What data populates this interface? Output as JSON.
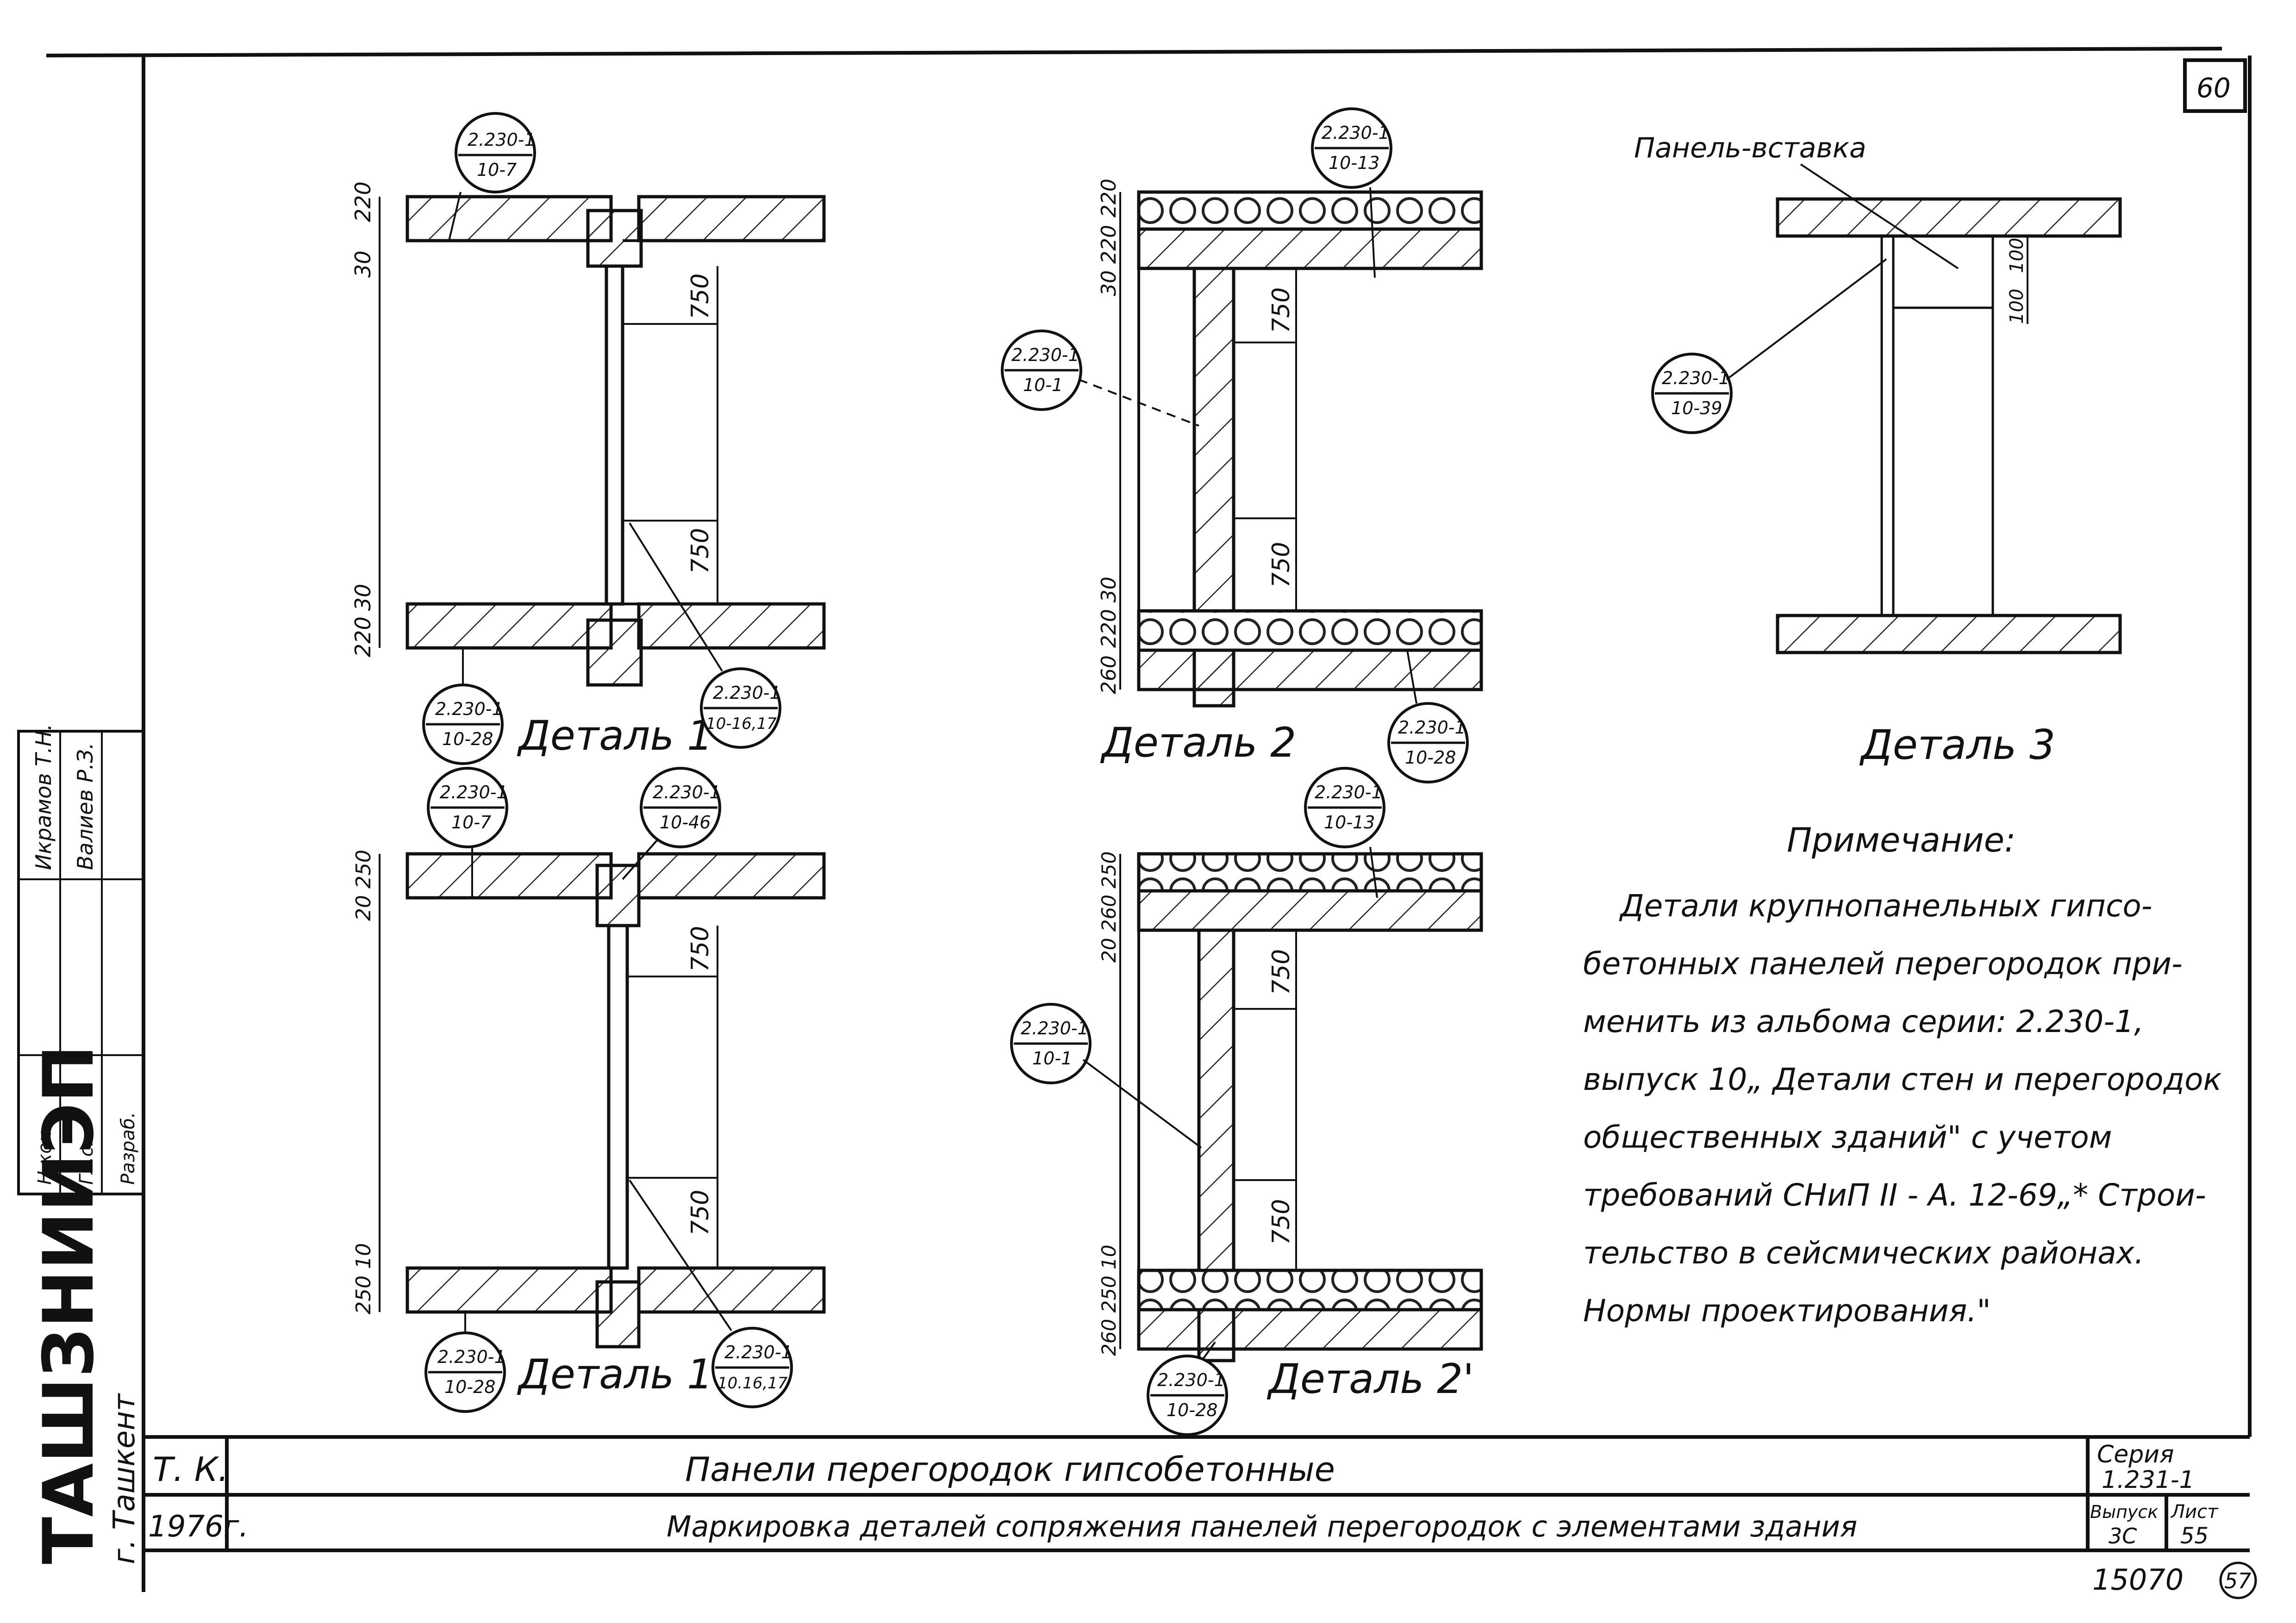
{
  "sheet_number_corner": "60",
  "page_number_circled": "57",
  "inventory_number": "15070",
  "details": {
    "d1": {
      "label": "Деталь 1",
      "dim_top_a": "220",
      "dim_top_b": "30",
      "dim_bot_a": "30",
      "dim_bot_b": "220",
      "dim_750_a": "750",
      "dim_750_b": "750",
      "ref_top": [
        "2.230-1",
        "10-7"
      ],
      "ref_bl": [
        "2.230-1",
        "10-28"
      ],
      "ref_br": [
        "2.230-1",
        "10-16,17"
      ]
    },
    "d2": {
      "label": "Деталь 2",
      "dim_top_a": "220",
      "dim_top_b": "30 220",
      "dim_bot_a": "220 30",
      "dim_bot_b": "260",
      "dim_750_a": "750",
      "dim_750_b": "750",
      "ref_top": [
        "2.230-1",
        "10-13"
      ],
      "ref_left": [
        "2.230-1",
        "10-1"
      ],
      "ref_br": [
        "2.230-1",
        "10-28"
      ]
    },
    "d3": {
      "label": "Деталь 3",
      "insert_label": "Панель-вставка",
      "dim_a": "100",
      "dim_b": "100",
      "ref_left": [
        "2.230-1",
        "10-39"
      ]
    },
    "d1p": {
      "label": "Деталь 1'",
      "dim_top": "20 250",
      "dim_bot": "250 10",
      "dim_750_a": "750",
      "dim_750_b": "750",
      "ref_top": [
        "2.230-1",
        "10-7"
      ],
      "ref_top2": [
        "2.230-1",
        "10-46"
      ],
      "ref_bl": [
        "2.230-1",
        "10-28"
      ],
      "ref_br": [
        "2.230-1",
        "10.16,17"
      ]
    },
    "d2p": {
      "label": "Деталь 2'",
      "dim_top": "20 260 250",
      "dim_bot": "260 250 10",
      "dim_750_a": "750",
      "dim_750_b": "750",
      "ref_top": [
        "2.230-1",
        "10-13"
      ],
      "ref_left": [
        "2.230-1",
        "10-1"
      ],
      "ref_bot": [
        "2.230-1",
        "10-28"
      ]
    }
  },
  "note": {
    "heading": "Примечание:",
    "lines": [
      "Детали крупнопанельных гипсо-",
      "бетонных панелей перегородок при-",
      "менить из альбома серии: 2.230-1,",
      "выпуск 10„ Детали стен и перегородок",
      "общественных зданий\" с учетом",
      "требований СНиП II - А. 12-69„* Строи-",
      "тельство в сейсмических районах.",
      "Нормы проектирования.\""
    ]
  },
  "side_stamp": {
    "org": "ТАШЗНИИЭП",
    "city": "г. Ташкент",
    "rows": [
      {
        "role": "Н.кон.",
        "name": "Икрамов Т.Н."
      },
      {
        "role": "Гл.с.",
        "name": "Валиев Р.З."
      },
      {
        "role": "Разраб.",
        "name": ""
      }
    ]
  },
  "title_block": {
    "code": "Т. К.",
    "year": "1976г.",
    "title_main": "Панели перегородок гипсобетонные",
    "title_sub": "Маркировка деталей сопряжения панелей перегородок с элементами здания",
    "series_label": "Серия",
    "series_value": "1.231-1",
    "issue_label": "Выпуск",
    "issue_value": "3С",
    "sheet_label": "Лист",
    "sheet_value": "55"
  }
}
